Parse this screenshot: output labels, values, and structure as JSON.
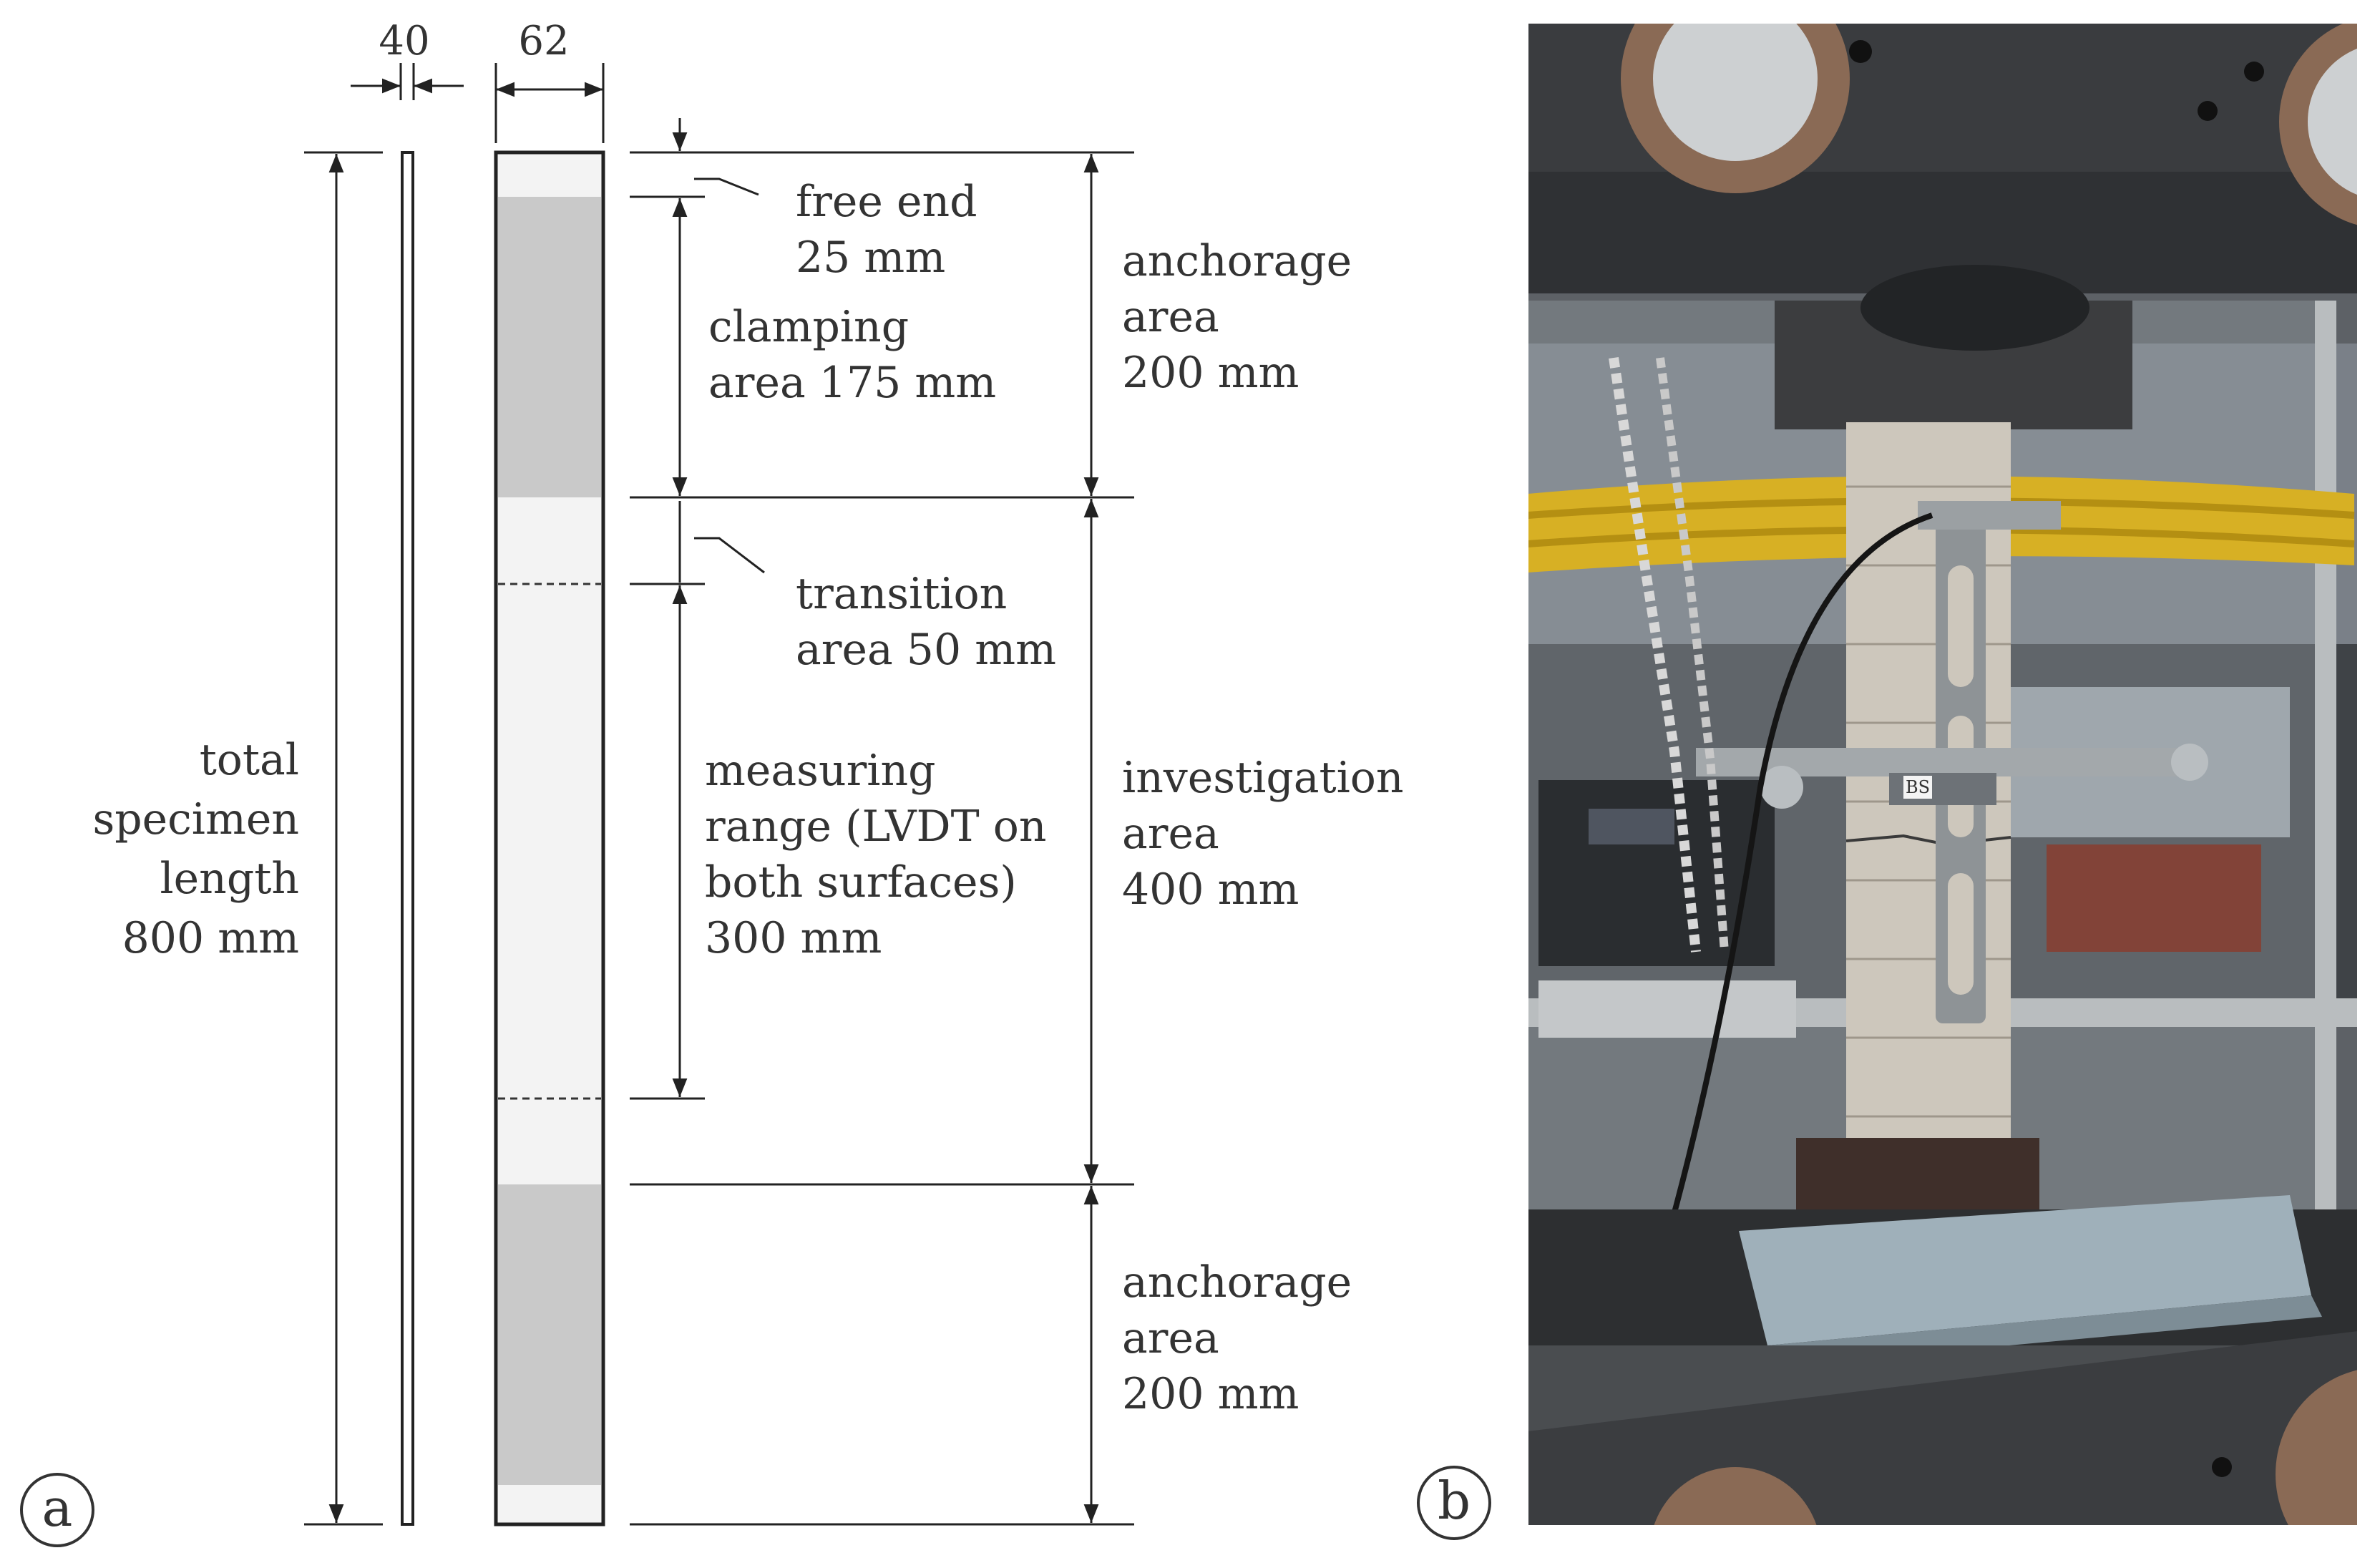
{
  "panel_a": {
    "label": "a",
    "dim_thickness": "40",
    "dim_width": "62",
    "total_length": [
      "total",
      "specimen",
      "length",
      "800 mm"
    ],
    "free_end": [
      "free end",
      "25 mm"
    ],
    "clamping_area": [
      "clamping",
      "area 175 mm"
    ],
    "anchorage_top": [
      "anchorage",
      "area",
      "200 mm"
    ],
    "transition_area": [
      "transition",
      "area 50 mm"
    ],
    "measuring_range": [
      "measuring",
      "range (LVDT on",
      "both surfaces)",
      "300 mm"
    ],
    "investigation_area": [
      "investigation",
      "area",
      "400 mm"
    ],
    "anchorage_bottom": [
      "anchorage",
      "area",
      "200 mm"
    ]
  },
  "panel_b": {
    "label": "b",
    "plate_label": "BS"
  },
  "colors": {
    "line": "#222222",
    "clamp_shade": "#c8c8c8",
    "specimen_face": "#f2f2f2",
    "text": "#333333"
  }
}
